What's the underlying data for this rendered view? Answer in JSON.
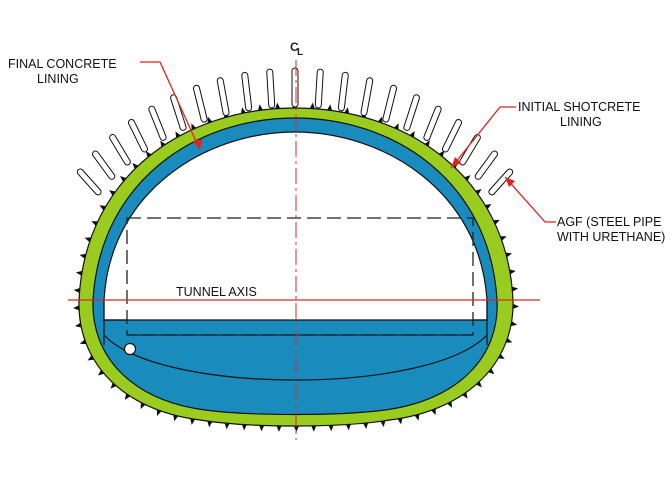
{
  "labels": {
    "final_lining_1": "FINAL CONCRETE",
    "final_lining_2": "LINING",
    "shotcrete_1": "INITIAL SHOTCRETE",
    "shotcrete_2": "LINING",
    "agf_1": "AGF (STEEL PIPE",
    "agf_2": "WITH URETHANE)",
    "tunnel_axis": "TUNNEL AXIS",
    "centerline_c": "C",
    "centerline_l": "L"
  },
  "colors": {
    "shotcrete_green": "#9acc1f",
    "final_lining_blue": "#1a8bbd",
    "leader_red": "#e0231b",
    "axis_red": "#d42a2a",
    "outline": "#111111",
    "dash_box": "#222222"
  },
  "icons": {
    "pipe_umbrella": "agf-pipe-icon",
    "spikes": "rock-bolt-icon",
    "drain": "drain-pipe-icon"
  }
}
